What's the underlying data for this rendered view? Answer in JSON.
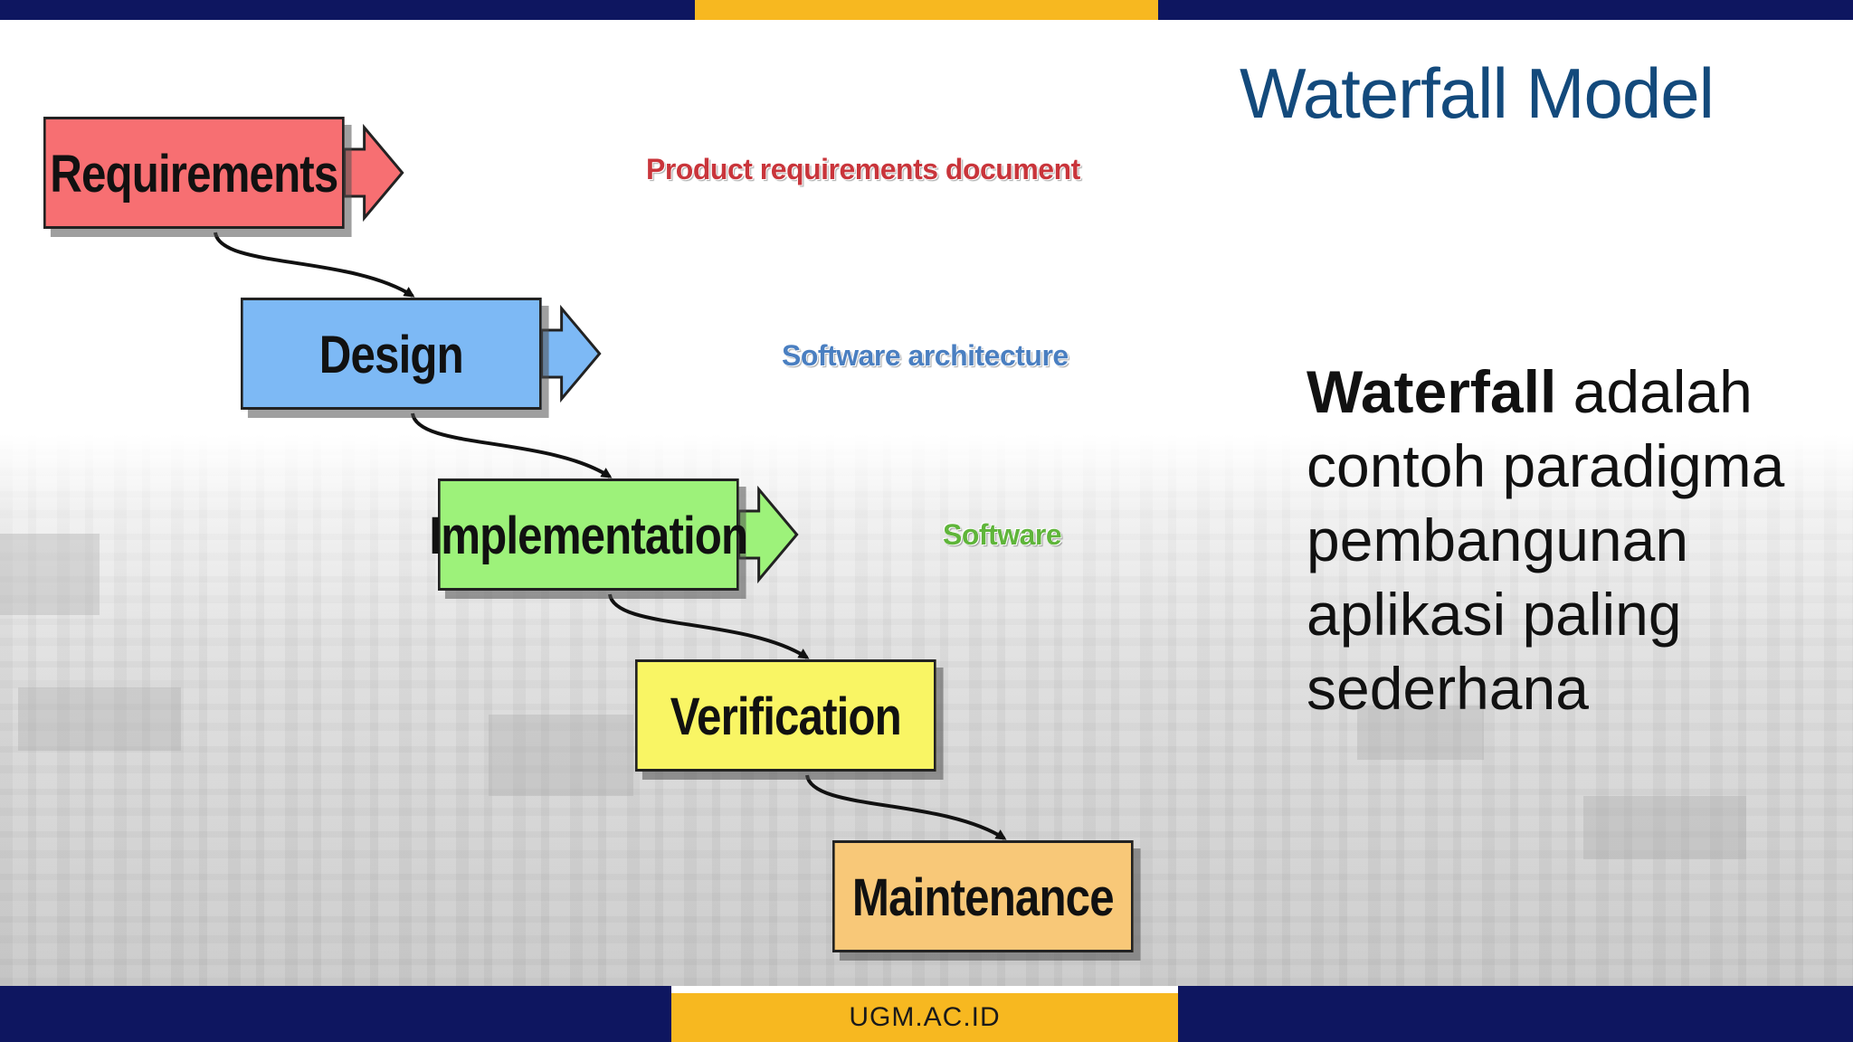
{
  "slide": {
    "title": "Waterfall Model",
    "description_bold": "Waterfall",
    "description_rest": " adalah contoh paradigma pembangunan aplikasi paling sederhana",
    "footer": "UGM.AC.ID"
  },
  "phases": [
    {
      "label": "Requirements",
      "color": "#f76f72",
      "artifact": "Product requirements document",
      "artifact_color": "#c9353b"
    },
    {
      "label": "Design",
      "color": "#7db9f5",
      "artifact": "Software architecture",
      "artifact_color": "#4a7fc1"
    },
    {
      "label": "Implementation",
      "color": "#9df27a",
      "artifact": "Software",
      "artifact_color": "#5fb53a"
    },
    {
      "label": "Verification",
      "color": "#f9f564",
      "artifact": "",
      "artifact_color": ""
    },
    {
      "label": "Maintenance",
      "color": "#f8c878",
      "artifact": "",
      "artifact_color": ""
    }
  ],
  "colors": {
    "navy": "#0e1660",
    "gold": "#f7b820",
    "title": "#134a7c"
  }
}
